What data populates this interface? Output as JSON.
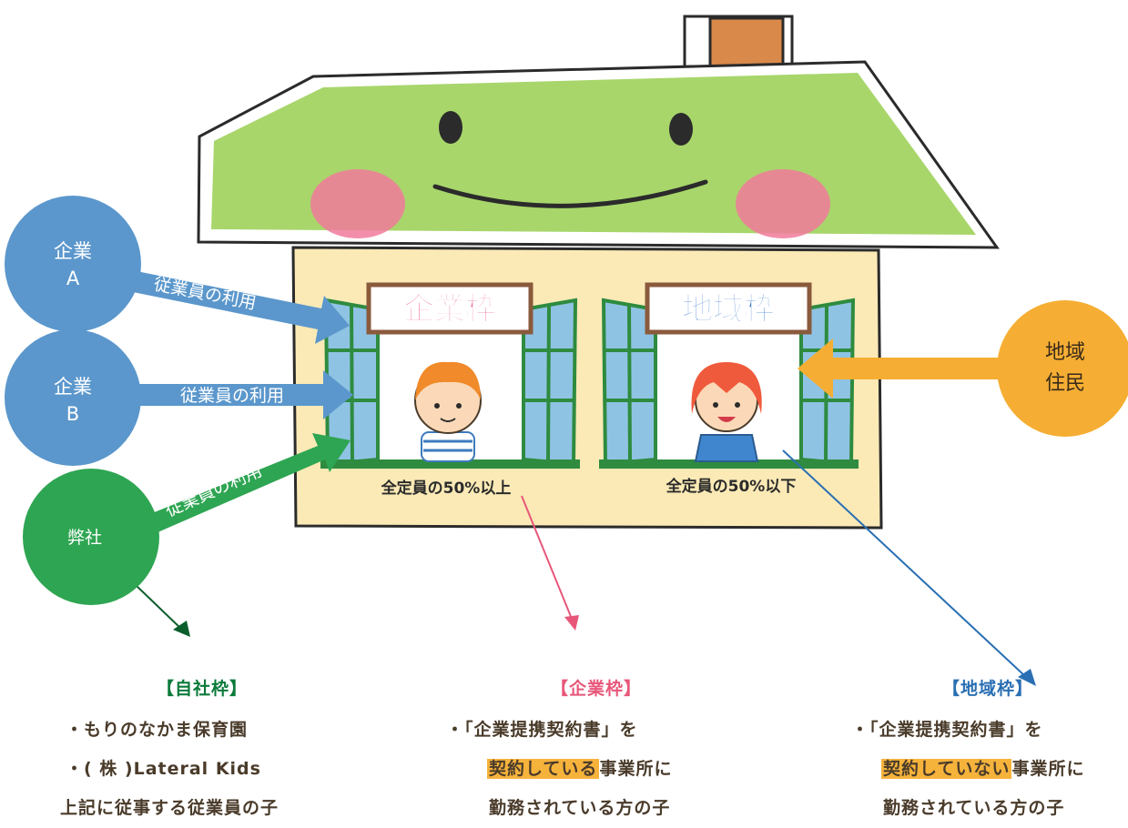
{
  "house": {
    "window_left_sign": "企業枠",
    "window_right_sign": "地域枠",
    "caption_left": "全定員の50%以上",
    "caption_right": "全定員の50%以下"
  },
  "sources": {
    "company_a": {
      "line1": "企業",
      "line2": "A",
      "arrow_label": "従業員の利用"
    },
    "company_b": {
      "line1": "企業",
      "line2": "B",
      "arrow_label": "従業員の利用"
    },
    "our_company": {
      "label": "弊社",
      "arrow_label": "従業員の利用"
    },
    "residents": {
      "line1": "地域",
      "line2": "住民"
    }
  },
  "panels": {
    "own": {
      "title": "【自社枠】",
      "line1": "・もりのなかま保育園",
      "line2": "・( 株 )Lateral Kids",
      "line3": "上記に従事する従業員の子"
    },
    "corp": {
      "title": "【企業枠】",
      "line1": "・「企業提携契約書」を",
      "line2_hl": "契約している",
      "line2_rest": "事業所に",
      "line3": "勤務されている方の子"
    },
    "local": {
      "title": "【地域枠】",
      "line1": "・「企業提携契約書」を",
      "line2_hl": "契約していない",
      "line2_rest": "事業所に",
      "line3": "勤務されている方の子"
    }
  },
  "colors": {
    "company": "#5b97cc",
    "our_company": "#2ea552",
    "residents": "#f5ae33",
    "roof": "#a8d66b",
    "wall": "#fbeab6",
    "corp_accent": "#e8577a",
    "local_accent": "#2a6fb3",
    "own_accent": "#0b7a3a",
    "highlight": "#f6b33c"
  }
}
